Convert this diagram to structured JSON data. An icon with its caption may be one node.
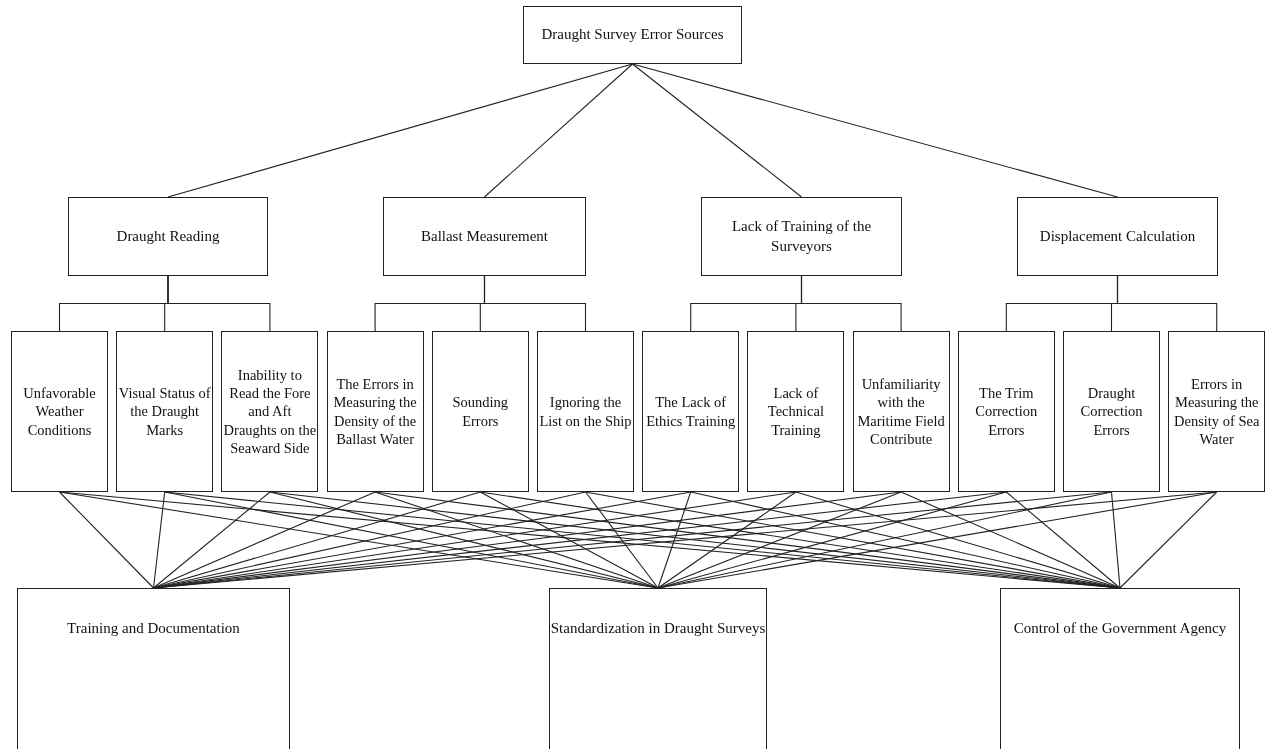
{
  "diagram": {
    "nodes": [
      {
        "text": [
          "Draught Survey Error Sources"
        ]
      },
      {
        "text": [
          "Draught Reading"
        ]
      },
      {
        "text": [
          "Ballast Measurement"
        ]
      },
      {
        "text": [
          "Lack of Training of the Surveyors"
        ]
      },
      {
        "text": [
          "Displacement Calculation"
        ]
      },
      {
        "text": [
          "Unfavorable Weather Conditions"
        ]
      },
      {
        "text": [
          "Visual Status of the Draught Marks"
        ]
      },
      {
        "text": [
          "Inability to Read the Fore and Aft Draughts on the Seaward Side"
        ]
      },
      {
        "text": [
          "The Errors in Measuring the Density of the Ballast Water"
        ]
      },
      {
        "text": [
          "Sounding Errors"
        ]
      },
      {
        "text": [
          "Ignoring the List on the Ship"
        ]
      },
      {
        "text": [
          "The Lack of Ethics Training"
        ]
      },
      {
        "text": [
          "Lack of Technical Training"
        ]
      },
      {
        "text": [
          "Unfamiliarity with the Maritime Field Contribute"
        ]
      },
      {
        "text": [
          "The Trim Correction Errors"
        ]
      },
      {
        "text": [
          "Draught Correction Errors"
        ]
      },
      {
        "text": [
          "Errors in Measuring the Density of Sea Water"
        ]
      },
      {
        "text": [
          "Training and Documentation"
        ]
      },
      {
        "text": [
          "Standardization in Draught Surveys"
        ]
      },
      {
        "text": [
          "Control of the Government Agency"
        ]
      }
    ],
    "edges": [
      {
        "from": 0,
        "to": 1,
        "arrow": "none"
      },
      {
        "from": 0,
        "to": 2,
        "arrow": "none"
      },
      {
        "from": 0,
        "to": 3,
        "arrow": "none"
      },
      {
        "from": 0,
        "to": 4,
        "arrow": "none"
      },
      {
        "from": 1,
        "to": 5,
        "arrow": "none"
      },
      {
        "from": 1,
        "to": 6,
        "arrow": "none"
      },
      {
        "from": 1,
        "to": 7,
        "arrow": "none"
      },
      {
        "from": 2,
        "to": 8,
        "arrow": "none"
      },
      {
        "from": 2,
        "to": 9,
        "arrow": "none"
      },
      {
        "from": 2,
        "to": 10,
        "arrow": "none"
      },
      {
        "from": 3,
        "to": 11,
        "arrow": "none"
      },
      {
        "from": 3,
        "to": 12,
        "arrow": "none"
      },
      {
        "from": 3,
        "to": 13,
        "arrow": "none"
      },
      {
        "from": 4,
        "to": 14,
        "arrow": "none"
      },
      {
        "from": 4,
        "to": 15,
        "arrow": "none"
      },
      {
        "from": 4,
        "to": 16,
        "arrow": "none"
      },
      {
        "from": 5,
        "to": 17,
        "arrow": "none"
      },
      {
        "from": 5,
        "to": 18,
        "arrow": "none"
      },
      {
        "from": 5,
        "to": 19,
        "arrow": "none"
      },
      {
        "from": 6,
        "to": 17,
        "arrow": "none"
      },
      {
        "from": 6,
        "to": 18,
        "arrow": "none"
      },
      {
        "from": 6,
        "to": 19,
        "arrow": "none"
      },
      {
        "from": 7,
        "to": 17,
        "arrow": "none"
      },
      {
        "from": 7,
        "to": 18,
        "arrow": "none"
      },
      {
        "from": 7,
        "to": 19,
        "arrow": "none"
      },
      {
        "from": 8,
        "to": 17,
        "arrow": "none"
      },
      {
        "from": 8,
        "to": 18,
        "arrow": "none"
      },
      {
        "from": 8,
        "to": 19,
        "arrow": "none"
      },
      {
        "from": 9,
        "to": 17,
        "arrow": "none"
      },
      {
        "from": 9,
        "to": 18,
        "arrow": "none"
      },
      {
        "from": 9,
        "to": 19,
        "arrow": "none"
      },
      {
        "from": 10,
        "to": 17,
        "arrow": "none"
      },
      {
        "from": 10,
        "to": 18,
        "arrow": "none"
      },
      {
        "from": 10,
        "to": 19,
        "arrow": "none"
      },
      {
        "from": 11,
        "to": 17,
        "arrow": "none"
      },
      {
        "from": 11,
        "to": 18,
        "arrow": "none"
      },
      {
        "from": 11,
        "to": 19,
        "arrow": "none"
      },
      {
        "from": 12,
        "to": 17,
        "arrow": "none"
      },
      {
        "from": 12,
        "to": 18,
        "arrow": "none"
      },
      {
        "from": 12,
        "to": 19,
        "arrow": "none"
      },
      {
        "from": 13,
        "to": 17,
        "arrow": "none"
      },
      {
        "from": 13,
        "to": 18,
        "arrow": "none"
      },
      {
        "from": 13,
        "to": 19,
        "arrow": "none"
      },
      {
        "from": 14,
        "to": 17,
        "arrow": "none"
      },
      {
        "from": 14,
        "to": 18,
        "arrow": "none"
      },
      {
        "from": 14,
        "to": 19,
        "arrow": "none"
      },
      {
        "from": 15,
        "to": 17,
        "arrow": "none"
      },
      {
        "from": 15,
        "to": 18,
        "arrow": "none"
      },
      {
        "from": 15,
        "to": 19,
        "arrow": "none"
      },
      {
        "from": 16,
        "to": 17,
        "arrow": "none"
      },
      {
        "from": 16,
        "to": 18,
        "arrow": "none"
      },
      {
        "from": 16,
        "to": 19,
        "arrow": "none"
      }
    ]
  }
}
